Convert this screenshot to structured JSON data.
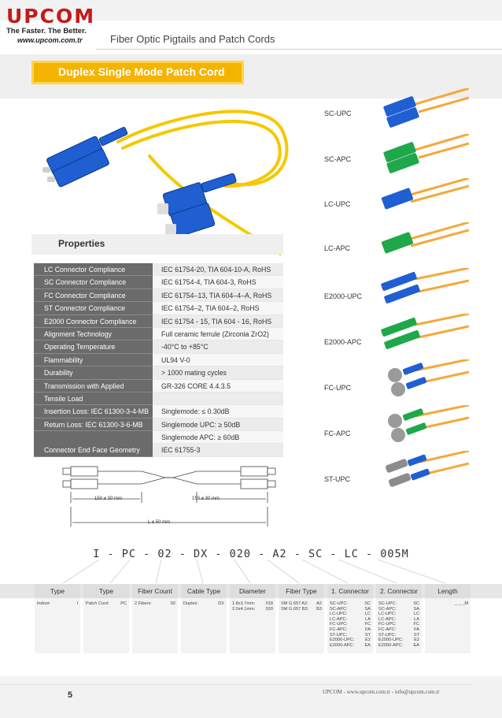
{
  "header": {
    "logo": "UPCOM",
    "tagline": "The Faster. The Better.",
    "url": "www.upcom.com.tr",
    "title": "Fiber Optic Pigtails and Patch Cords"
  },
  "banner": {
    "title": "Duplex Single Mode Patch Cord"
  },
  "connectors": [
    "SC-UPC",
    "SC-APC",
    "LC-UPC",
    "LC-APC",
    "E2000-UPC",
    "E2000-APC",
    "FC-UPC",
    "FC-APC",
    "ST-UPC"
  ],
  "properties": {
    "title": "Properties",
    "rows": [
      {
        "k": "LC Connector Compliance",
        "v": "IEC 61754-20, TIA 604-10-A, RoHS"
      },
      {
        "k": "SC Connector Compliance",
        "v": "IEC 61754-4, TIA 604-3, RoHS"
      },
      {
        "k": "FC Connector Compliance",
        "v": "IEC 61754–13, TIA 604–4–A, RoHS"
      },
      {
        "k": "ST Connector Compliance",
        "v": "IEC 61754–2, TIA 604–2, RoHS"
      },
      {
        "k": "E2000 Connector Compliance",
        "v": "IEC 61754 - 15, TIA 604 - 16, RoHS"
      },
      {
        "k": "Alignment Technology",
        "v": "Full ceramic ferrule (Zirconia ZrO2)"
      },
      {
        "k": "Operating Temperature",
        "v": "-40°C to +85°C"
      },
      {
        "k": "Flammability",
        "v": "UL94 V-0"
      },
      {
        "k": "Durability",
        "v": "> 1000 mating cycles"
      },
      {
        "k": "Transmission with Applied",
        "v": "GR-326 CORE 4.4.3.5"
      },
      {
        "k": "Tensile Load",
        "v": ""
      },
      {
        "k": "Insertion Loss: IEC 61300-3-4-MB",
        "v": "Singlemode: ≤ 0.30dB"
      },
      {
        "k": "Return Loss: IEC 61300-3-6-MB",
        "v": "Singlemode UPC: ≥ 50dB"
      },
      {
        "k": "",
        "v": "Singlemode APC: ≥ 60dB"
      },
      {
        "k": "Connector End Face Geometry",
        "v": "IEC 61755-3"
      }
    ]
  },
  "dimensions": {
    "left": "150 ± 30 mm",
    "right": "150 ± 30 mm",
    "total": "L ± 50 mm"
  },
  "order_code": "I - PC - 02 - DX - 020 - A2 - SC - LC - 005M",
  "code_columns": [
    {
      "head": "Type",
      "items": [
        [
          "Indoor:",
          "I"
        ]
      ]
    },
    {
      "head": "Type",
      "items": [
        [
          "Patch Cord:",
          "PC"
        ]
      ]
    },
    {
      "head": "Fiber Count",
      "items": [
        [
          "2 Fibers:",
          "02"
        ]
      ]
    },
    {
      "head": "Cable Type",
      "items": [
        [
          "Duplex:",
          "DX"
        ]
      ]
    },
    {
      "head": "Diameter",
      "items": [
        [
          "1.8x3.7mm:",
          "018"
        ],
        [
          "2.0x4.1mm:",
          "020"
        ]
      ]
    },
    {
      "head": "Fiber Type",
      "items": [
        [
          "SM G.657 A2:",
          "A2"
        ],
        [
          "SM G.657 B3:",
          "B3"
        ]
      ]
    },
    {
      "head": "1. Connector",
      "items": [
        [
          "SC-UPC:",
          "SC"
        ],
        [
          "SC-APC:",
          "SA"
        ],
        [
          "LC-UPC:",
          "LC"
        ],
        [
          "LC-APC:",
          "LA"
        ],
        [
          "FC-UPC:",
          "FC"
        ],
        [
          "FC-APC:",
          "FA"
        ],
        [
          "ST-UPC:",
          "ST"
        ],
        [
          "E2000-UPC:",
          "E2"
        ],
        [
          "E2000-APC:",
          "EA"
        ]
      ]
    },
    {
      "head": "2. Connector",
      "items": [
        [
          "SC-UPC:",
          "SC"
        ],
        [
          "SC-APC:",
          "SA"
        ],
        [
          "LC-UPC:",
          "LC"
        ],
        [
          "LC-APC:",
          "LA"
        ],
        [
          "FC-UPC:",
          "FC"
        ],
        [
          "FC-APC:",
          "FA"
        ],
        [
          "ST-UPC:",
          "ST"
        ],
        [
          "E2000-UPC:",
          "E2"
        ],
        [
          "E2000-APC:",
          "EA"
        ]
      ]
    },
    {
      "head": "Length",
      "items": [
        [
          "",
          "_ _ _M"
        ]
      ]
    }
  ],
  "footer": {
    "page": "5",
    "text": "UPCOM - www.upcom.com.tr - info@upcom.com.tr"
  },
  "colors": {
    "brand": "#c41a1a",
    "banner": "#f4b400",
    "sm_cable": "#f5d000",
    "upc_blue": "#1f5fd1",
    "apc_green": "#1fa84a"
  }
}
